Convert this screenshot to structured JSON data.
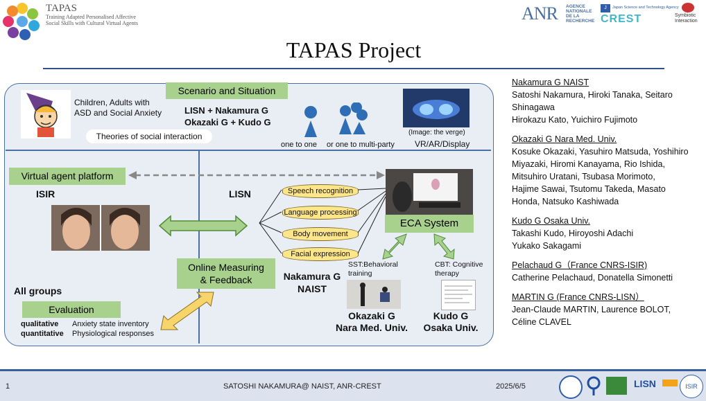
{
  "header": {
    "logo_title": "TAPAS",
    "logo_subtitle_1": "Training Adapted Personalised Affective",
    "logo_subtitle_2": "Social Skills with Cultural Virtual Agents",
    "anr_text": "ANR",
    "anr_agency_1": "AGENCE",
    "anr_agency_2": "NATIONALE",
    "anr_agency_3": "DE LA",
    "anr_agency_4": "RECHERCHE",
    "jst_text": "Japan Science and Technology Agency",
    "crest_text": "CREST",
    "symbiotic_1": "Symbiotic",
    "symbiotic_2": "Interaction",
    "slide_title": "TAPAS Project"
  },
  "diagram": {
    "children_text_1": "Children, Adults with",
    "children_text_2": "ASD and Social Anxiety",
    "scenario_label": "Scenario and Situation",
    "partners_line1": "LISN + Nakamura G",
    "partners_line2": "Okazaki G + Kudo G",
    "theories_label": "Theories of social interaction",
    "one_to_one": "one to one",
    "one_to_multi": "or one to multi-party",
    "image_credit": "(Image: the verge)",
    "vr_label": "VR/AR/Display",
    "virtual_agent_label": "Virtual agent platform",
    "isir_label": "ISIR",
    "lisn_label": "LISN",
    "modules": [
      "Speech recognition",
      "Language processing",
      "Body movement",
      "Facial expression"
    ],
    "eca_label": "ECA System",
    "sst_label_1": "SST:Behavioral",
    "sst_label_2": "training",
    "cbt_label_1": "CBT: Cognitive",
    "cbt_label_2": "therapy",
    "online_label_1": "Online Measuring",
    "online_label_2": "& Feedback",
    "nakamura_label_1": "Nakamura G",
    "nakamura_label_2": "NAIST",
    "all_groups": "All groups",
    "evaluation_label": "Evaluation",
    "qualitative": "qualitative",
    "quantitative": "quantitative",
    "anxiety_inventory": "Anxiety state inventory",
    "physiological": "Physiological responses",
    "okazaki_label_1": "Okazaki G",
    "okazaki_label_2": "Nara Med. Univ.",
    "kudo_label_1": "Kudo G",
    "kudo_label_2": "Osaka Univ."
  },
  "groups": {
    "nakamura_title": "Nakamura G NAIST",
    "nakamura_line1": "Satoshi Nakamura,  Hiroki Tanaka, Seitaro",
    "nakamura_line2": "Shinagawa",
    "nakamura_line3": "Hirokazu Kato,  Yuichiro Fujimoto",
    "okazaki_title": "Okazaki G Nara Med. Univ.",
    "okazaki_line1": "Kosuke Okazaki,  Yasuhiro Matsuda, Yoshihiro",
    "okazaki_line2": "Miyazaki, Hiromi Kanayama, Rio Ishida,",
    "okazaki_line3": "Mitsuhiro Uratani, Tsubasa Morimoto,",
    "okazaki_line4": "Hajime Sawai, Tsutomu Takeda, Masato",
    "okazaki_line5": "Honda, Natsuko Kashiwada",
    "kudo_title": "Kudo G Osaka Univ.",
    "kudo_line1": "Takashi Kudo,  Hiroyoshi Adachi",
    "kudo_line2": "Yukako Sakagami",
    "pelachaud_title": "Pelachaud G（France CNRS-ISIR)",
    "pelachaud_line1": "Catherine Pelachaud, Donatella Simonetti",
    "martin_title": "MARTIN G (France CNRS-LISN）",
    "martin_line1": "Jean-Claude MARTIN, Laurence BOLOT,",
    "martin_line2": "Céline CLAVEL"
  },
  "footer": {
    "page_number": "1",
    "author": "SATOSHI NAKAMURA@  NAIST, ANR-CREST",
    "date": "2025/6/5",
    "lisn_logo": "LISN",
    "isir_logo": "ISIR"
  },
  "colors": {
    "green_box": "#a9d18e",
    "yellow_module": "#fde58a",
    "title_rule": "#2f4f8f",
    "footer_bar": "#3a5fa0"
  }
}
